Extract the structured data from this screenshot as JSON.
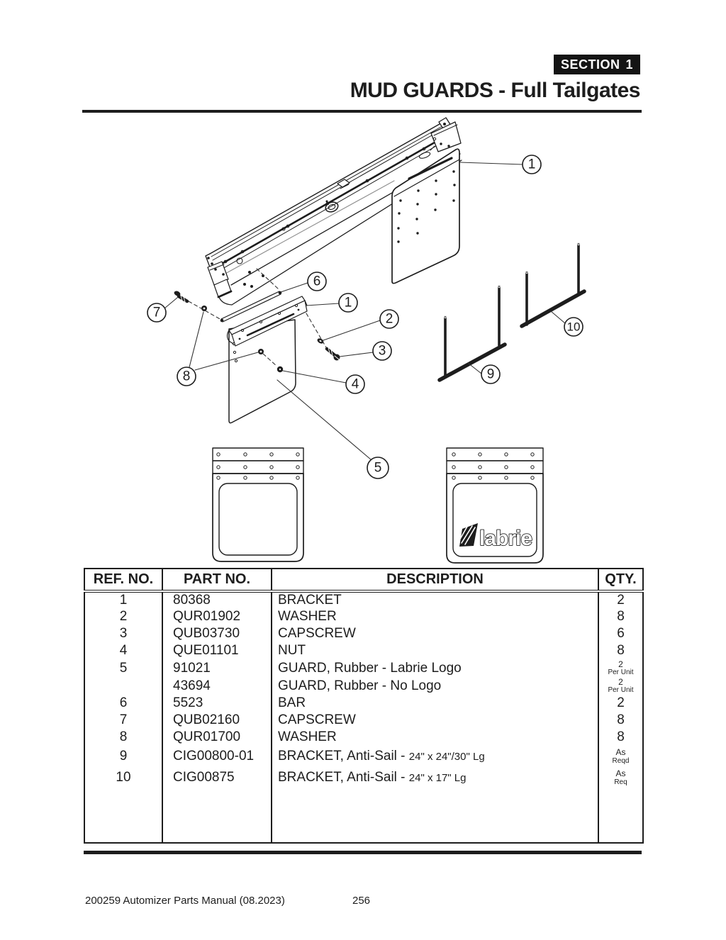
{
  "page": {
    "section_label": "SECTION",
    "section_number": "1",
    "title": "MUD GUARDS - Full Tailgates",
    "footer_left": "200259 Automizer Parts Manual (08.2023)",
    "footer_page": "256"
  },
  "diagram": {
    "logo_text": "labrie",
    "callouts": [
      {
        "label": "1"
      },
      {
        "label": "6"
      },
      {
        "label": "1"
      },
      {
        "label": "7"
      },
      {
        "label": "2"
      },
      {
        "label": "3"
      },
      {
        "label": "8"
      },
      {
        "label": "4"
      },
      {
        "label": "5"
      },
      {
        "label": "9"
      },
      {
        "label": "10"
      }
    ]
  },
  "table": {
    "headers": [
      "REF. NO.",
      "PART NO.",
      "DESCRIPTION",
      "QTY."
    ],
    "rows": [
      {
        "ref": "1",
        "part": "80368",
        "desc": "BRACKET",
        "qty": "2"
      },
      {
        "ref": "2",
        "part": "QUR01902",
        "desc": "WASHER",
        "qty": "8"
      },
      {
        "ref": "3",
        "part": "QUB03730",
        "desc": "CAPSCREW",
        "qty": "6"
      },
      {
        "ref": "4",
        "part": "QUE01101",
        "desc": "NUT",
        "qty": "8"
      },
      {
        "ref": "5",
        "part": "91021",
        "desc": "GUARD, Rubber - Labrie Logo",
        "qty": "2",
        "qty_sub": "Per Unit"
      },
      {
        "ref": "",
        "part": "43694",
        "desc": "GUARD, Rubber - No Logo",
        "qty": "2",
        "qty_sub": "Per Unit"
      },
      {
        "ref": "6",
        "part": "5523",
        "desc": "BAR",
        "qty": "2"
      },
      {
        "ref": "7",
        "part": "QUB02160",
        "desc": "CAPSCREW",
        "qty": "8"
      },
      {
        "ref": "8",
        "part": "QUR01700",
        "desc": "WASHER",
        "qty": "8"
      },
      {
        "ref": "9",
        "part": "CIG00800-01",
        "desc": "BRACKET, Anti-Sail -",
        "desc_small": "24\" x 24\"/30\" Lg",
        "qty": "As",
        "qty_sub": "Reqd"
      },
      {
        "ref": "10",
        "part": "CIG00875",
        "desc": "BRACKET, Anti-Sail -",
        "desc_small": "24\" x 17\" Lg",
        "qty": "As",
        "qty_sub": "Req"
      }
    ]
  }
}
